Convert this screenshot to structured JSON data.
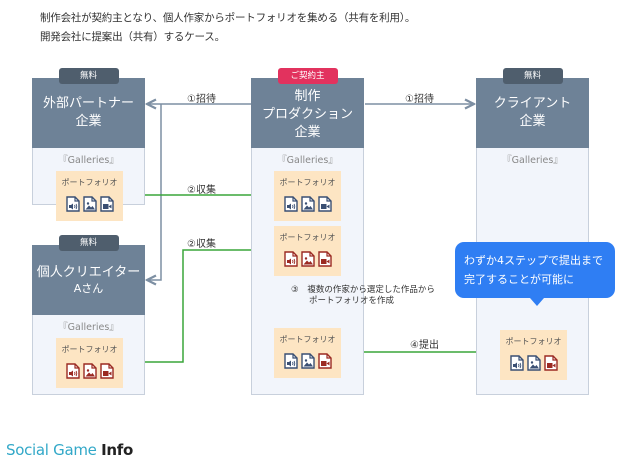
{
  "intro": {
    "line1": "制作会社が契約主となり、個人作家からポートフォリオを集める（共有を利用）。",
    "line2": "開発会社に提案出（共有）するケース。"
  },
  "companies": {
    "partner": {
      "badge": "無料",
      "name_line1": "外部パートナー",
      "name_line2": "企業",
      "gallery": "『Galleries』"
    },
    "creator": {
      "badge": "無料",
      "name_line1": "個人クリエイター",
      "name_line2": "Aさん",
      "gallery": "『Galleries』"
    },
    "production": {
      "badge": "ご契約主",
      "name_line1": "制作",
      "name_line2": "プロダクション",
      "name_line3": "企業",
      "gallery": "『Galleries』"
    },
    "client": {
      "badge": "無料",
      "name_line1": "クライアント",
      "name_line2": "企業",
      "gallery": "『Galleries』"
    }
  },
  "portfolio_label": "ポートフォリオ",
  "steps": {
    "invite_left": "①招待",
    "invite_right": "①招待",
    "collect_1": "②収集",
    "collect_2": "②収集",
    "create_num": "③",
    "create_line1": "複数の作家から選定した作品から",
    "create_line2": "ポートフォリオを作成",
    "submit": "④提出"
  },
  "callout": {
    "line1": "わずか4ステップで提出まで",
    "line2": "完了することが可能に"
  },
  "logo": {
    "part1": "Social Game ",
    "part2": "Info"
  },
  "colors": {
    "header": "#6e8297",
    "badge_free": "#4f5e6d",
    "badge_contract": "#e2325e",
    "gallery_bg": "#f2f5fb",
    "portfolio_bg": "#fde5c3",
    "icon_blue": "#3a4f73",
    "icon_red": "#9b2a22",
    "collect_line": "#3aa63a",
    "invite_line": "#7d8fa3",
    "callout": "#2f7ef3"
  }
}
